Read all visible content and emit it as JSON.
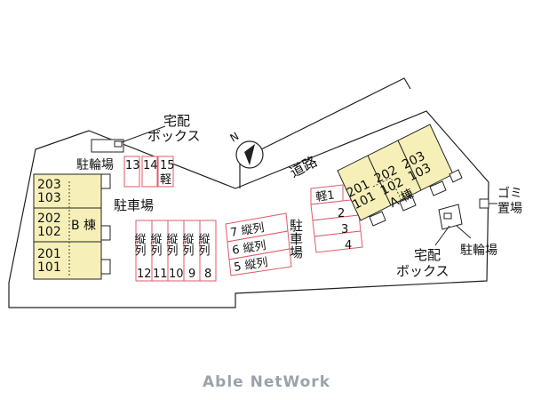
{
  "labels": {
    "bicycle_parking_left": "駐輪場",
    "delivery_box_top_1": "宅配",
    "delivery_box_top_2": "ボックス",
    "parking_left": "駐車場",
    "parking_right": "駐車場",
    "road": "道路",
    "north": "N",
    "garbage_1": "ゴミ",
    "garbage_2": "置場",
    "delivery_box_right_1": "宅配",
    "delivery_box_right_2": "ボックス",
    "bicycle_parking_right": "駐輪場"
  },
  "building_b": {
    "name": "B 棟",
    "rooms": [
      {
        "top": "203",
        "bottom": "103"
      },
      {
        "top": "202",
        "bottom": "102"
      },
      {
        "top": "201",
        "bottom": "101"
      }
    ]
  },
  "building_a": {
    "name": "A 棟",
    "rooms": [
      {
        "top": "201",
        "bottom": "101"
      },
      {
        "top": "202",
        "bottom": "102"
      },
      {
        "top": "203",
        "bottom": "103"
      }
    ]
  },
  "parking": {
    "top_row": [
      "13",
      "14",
      "15"
    ],
    "top_row_kei": "軽",
    "vertical_label": "縦列",
    "vertical_nums": [
      "12",
      "11",
      "10",
      "9",
      "8"
    ],
    "horizontal": [
      "7 縦列",
      "6 縦列",
      "5 縦列"
    ],
    "right_col": [
      "軽1",
      "2",
      "3",
      "4"
    ]
  },
  "footer": "Able NetWork"
}
